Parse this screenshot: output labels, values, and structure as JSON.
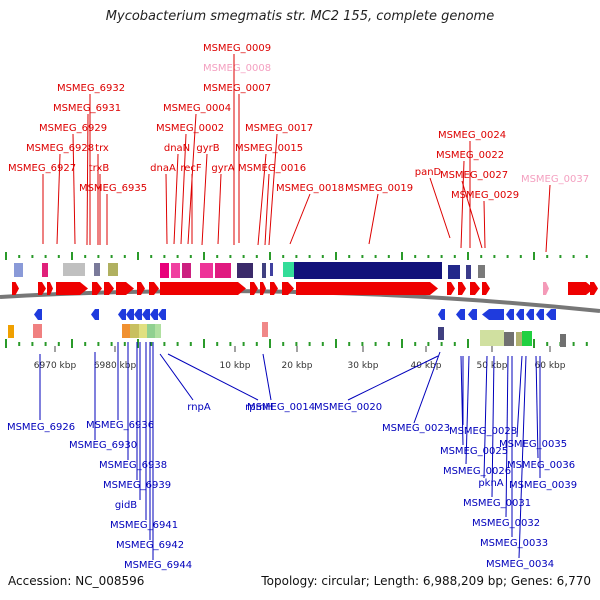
{
  "title": "Mycobacterium smegmatis str. MC2 155, complete genome",
  "footer": {
    "accession": "Accession: NC_008596",
    "topology": "Topology: circular; Length: 6,988,209 bp; Genes: 6,770"
  },
  "colors": {
    "forward_label": "#dd0000",
    "forward_label_faded": "#f4a0c0",
    "reverse_label": "#0000bb",
    "forward_gene": "#ee0000",
    "reverse_gene": "#1f3bdd",
    "tick": "#2a9a2a",
    "backbone": "#777777",
    "ruler_text": "#333333"
  },
  "ruler_labels": [
    "6970 kbp",
    "6980 kbp",
    "10 kbp",
    "20 kbp",
    "30 kbp",
    "40 kbp",
    "50 kbp",
    "60 kbp"
  ],
  "forward_labels": [
    "MSMEG_0009",
    "MSMEG_0008",
    "MSMEG_0007",
    "MSMEG_0004",
    "MSMEG_0002",
    "dnaN",
    "MSMEG_6932",
    "MSMEG_6931",
    "MSMEG_6929",
    "MSMEG_6928",
    "MSMEG_6927",
    "trx",
    "trxB",
    "MSMEG_6935",
    "dnaA",
    "recF",
    "gyrB",
    "gyrA",
    "MSMEG_0017",
    "MSMEG_0015",
    "MSMEG_0016",
    "MSMEG_0018",
    "MSMEG_0019",
    "MSMEG_0024",
    "MSMEG_0022",
    "panD",
    "MSMEG_0027",
    "MSMEG_0029",
    "MSMEG_0037"
  ],
  "reverse_labels": [
    "MSMEG_6926",
    "MSMEG_6936",
    "MSMEG_6930",
    "MSMEG_6938",
    "MSMEG_6939",
    "gidB",
    "MSMEG_6941",
    "MSMEG_6942",
    "MSMEG_6944",
    "rnpA",
    "rpmH",
    "MSMEG_0014",
    "MSMEG_0020",
    "MSMEG_0023",
    "MSMEG_0028",
    "MSMEG_0025",
    "MSMEG_0026",
    "MSMEG_0035",
    "MSMEG_0036",
    "pknA",
    "MSMEG_0039",
    "MSMEG_0031",
    "MSMEG_0032",
    "MSMEG_0033",
    "MSMEG_0034"
  ]
}
